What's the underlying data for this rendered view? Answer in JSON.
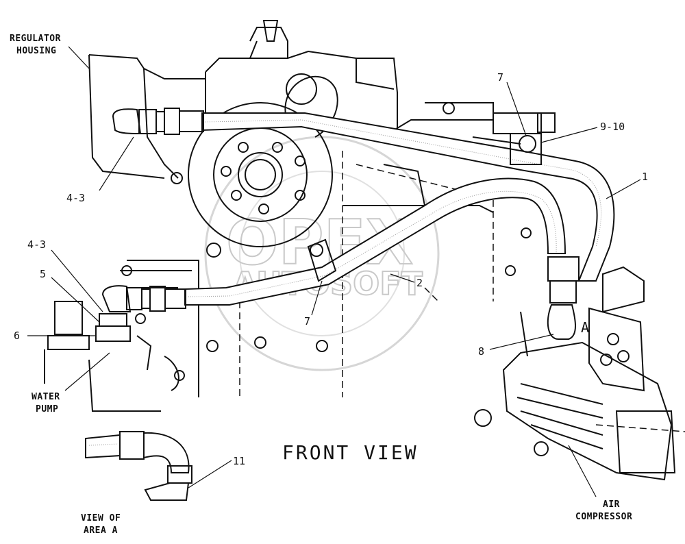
{
  "title": "FRONT VIEW",
  "watermark": {
    "line1": "OPEX",
    "line2": "AUTOSOFT"
  },
  "callouts": {
    "regulator_housing_line1": "REGULATOR",
    "regulator_housing_line2": "HOUSING",
    "item_4_3_top": "4-3",
    "item_4_3_left": "4-3",
    "item_5": "5",
    "item_6": "6",
    "water_pump_line1": "WATER",
    "water_pump_line2": "PUMP",
    "item_7_top": "7",
    "item_9_10": "9-10",
    "item_1": "1",
    "item_2": "2",
    "item_7_mid": "7",
    "item_8": "8",
    "area_a": "A",
    "item_11": "11",
    "air_compressor_line1": "AIR",
    "air_compressor_line2": "COMPRESSOR",
    "view_of_area_line1": "VIEW OF",
    "view_of_area_line2": "AREA A"
  }
}
